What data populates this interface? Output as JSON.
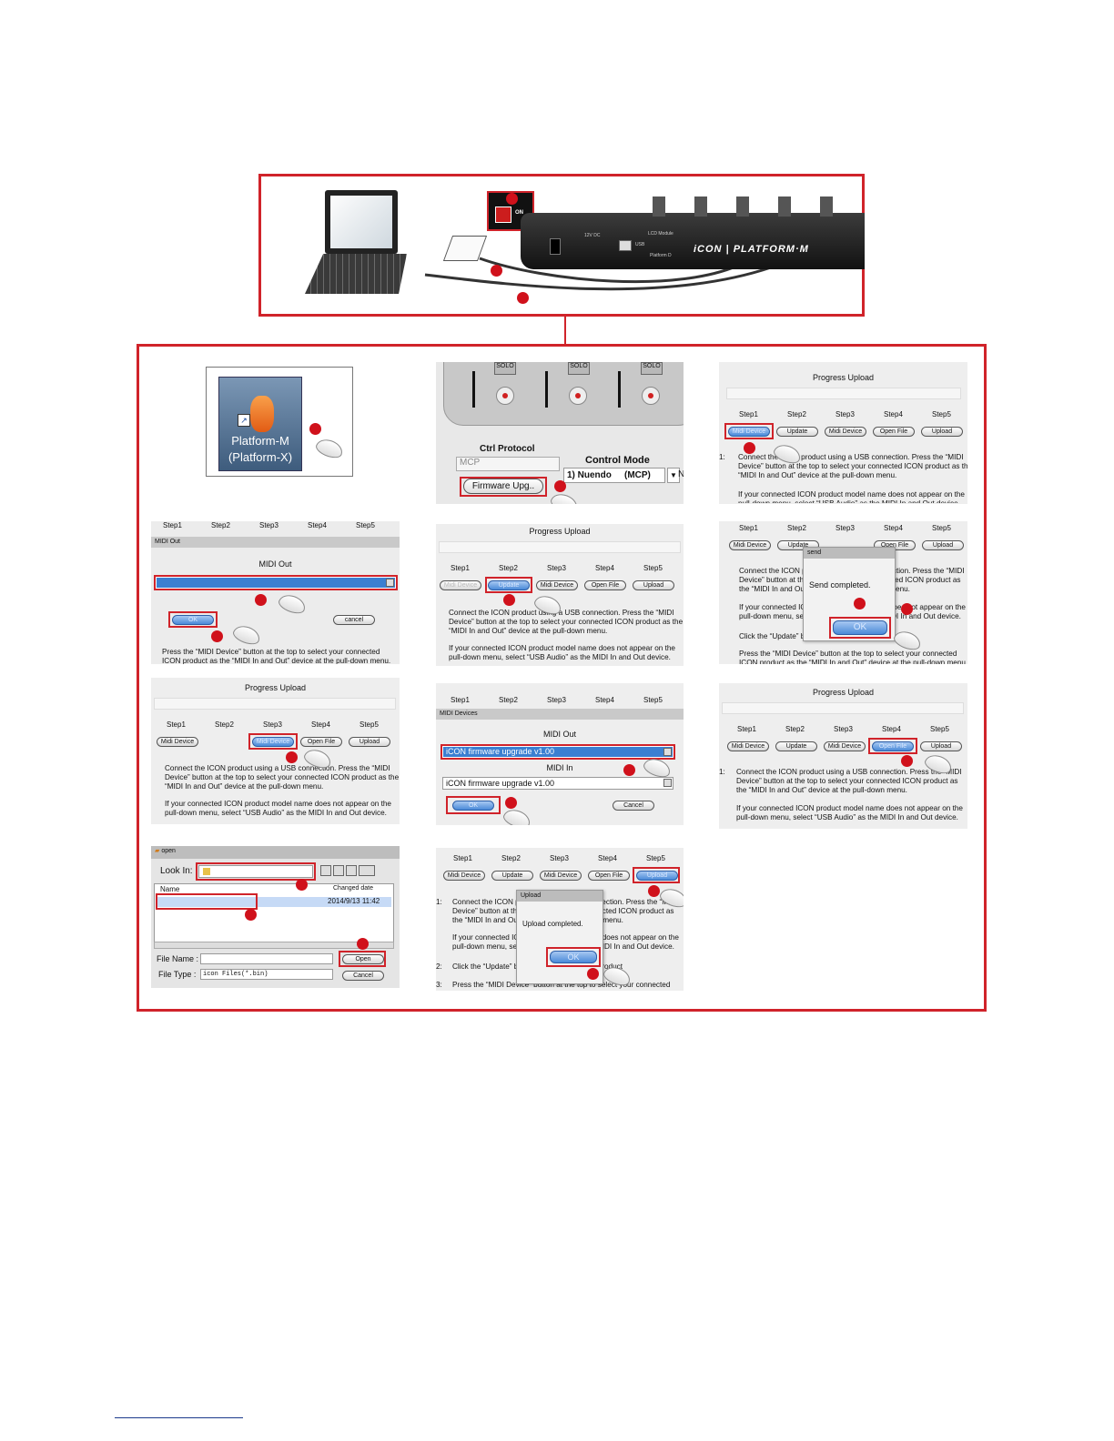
{
  "hardware": {
    "switch_label": "ON",
    "power_label": "12V DC",
    "usb_label": "USB",
    "lcd_label": "LCD Module",
    "platform_label": "Platform D",
    "brand": "iCON | PLATFORM·M"
  },
  "desktop": {
    "icon_line1": "Platform-M",
    "icon_line2": "(Platform-X)"
  },
  "ctrl": {
    "solo": "SOLO",
    "protocol_label": "Ctrl Protocol",
    "protocol_value": "MCP",
    "mode_label": "Control Mode",
    "mode_value": "1) Nuendo",
    "mode_value2": "(MCP)",
    "firmware_btn": "Firmware Upg..",
    "extra": "N"
  },
  "uploader": {
    "title": "Progress Upload",
    "steps": [
      "Step1",
      "Step2",
      "Step3",
      "Step4",
      "Step5"
    ],
    "buttons": [
      "Midi Device",
      "Update",
      "Midi Device",
      "Open File",
      "Upload"
    ],
    "para1": "Connect the ICON product using a USB connection. Press the “MIDI Device” button at the top to select your connected ICON product as the “MIDI In and Out” device at the pull-down menu.",
    "para2": "If your connected ICON product model name does not appear on the pull-down menu, select “USB Audio” as the MIDI In and Out device.",
    "para3": "Click the “Update” button, select your ICON product",
    "para4": "Press the “MIDI Device” button at the top to select your connected ICON product as the “MIDI In and Out” device at the pull-down menu.",
    "num1": "1:",
    "num2": "2:",
    "num3": "3:"
  },
  "midi": {
    "header1": "MIDI Out",
    "header2": "MIDI Devices",
    "out_label": "MIDI Out",
    "in_label": "MIDI In",
    "device": "iCON firmware upgrade v1.00",
    "ok": "OK",
    "cancel": "cancel",
    "cancel2": "Cancel"
  },
  "send_dialog": {
    "title": "send",
    "message": "Send completed.",
    "ok": "OK"
  },
  "upload_dialog": {
    "title": "Upload",
    "message": "Upload completed.",
    "ok": "OK"
  },
  "open_dialog": {
    "title": "open",
    "look_in": "Look In:",
    "col_name": "Name",
    "col_date": "Changed date",
    "file_date": "2014/9/13 11:42",
    "file_name_label": "File Name :",
    "file_type_label": "File Type :",
    "file_type_value": "icon Files(*.bin)",
    "open": "Open",
    "cancel": "Cancel"
  },
  "colors": {
    "accent_red": "#d0232a",
    "select_blue": "#3b7fd1"
  }
}
